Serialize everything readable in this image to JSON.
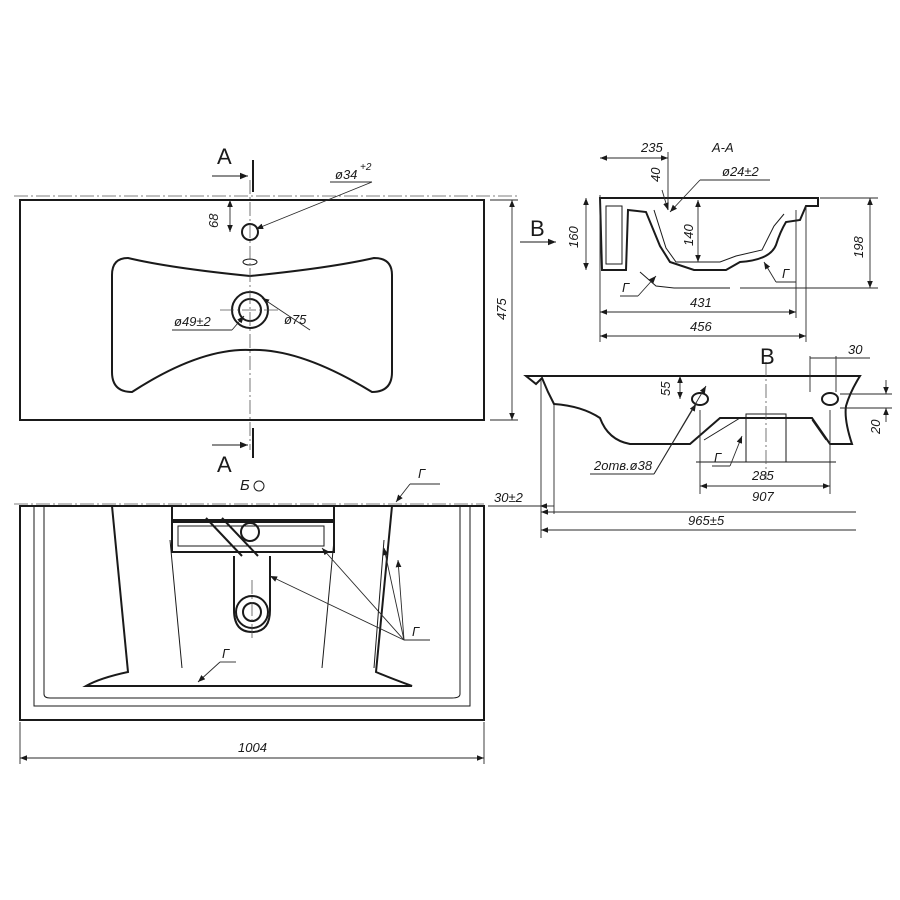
{
  "drawing": {
    "section_mark_top": "A",
    "section_mark_bottom": "A",
    "view_marker_b_left": "B",
    "view_marker_b_right": "B",
    "section_title": "A-A",
    "view_b_label": "Б",
    "labels": {
      "d34": "ø34",
      "d34_tol": "+2",
      "d49": "ø49±2",
      "d75": "ø75",
      "d24": "ø24±2",
      "holes": "2отв.ø38",
      "g": "Г"
    },
    "dims": {
      "v68": "68",
      "v475": "475",
      "v235": "235",
      "v40": "40",
      "v160": "160",
      "v140": "140",
      "v198": "198",
      "v431": "431",
      "v456": "456",
      "v30": "30",
      "v55": "55",
      "v20": "20",
      "v285": "285",
      "v907": "907",
      "v30pm2": "30±2",
      "v965": "965±5",
      "v1004": "1004"
    }
  }
}
